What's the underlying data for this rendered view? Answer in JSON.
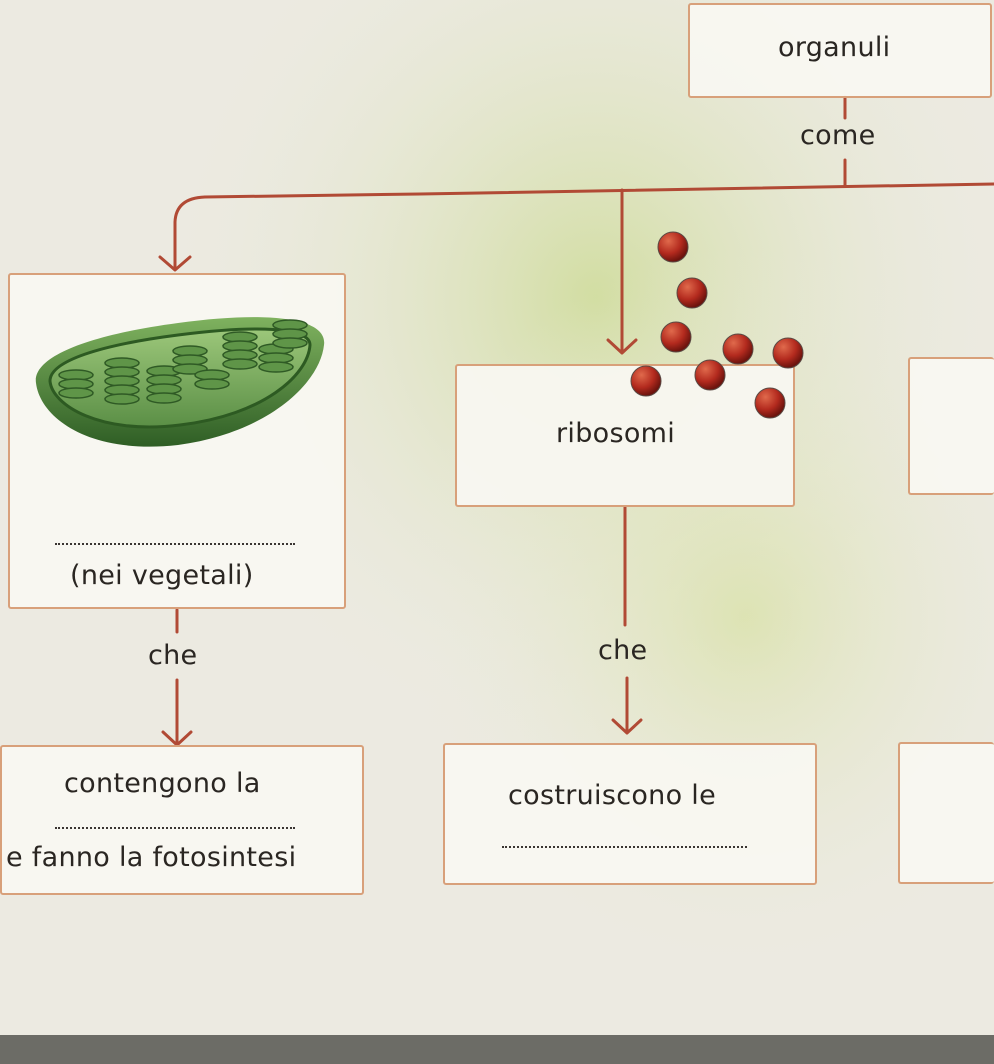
{
  "diagram": {
    "root": {
      "label": "organuli"
    },
    "connector": {
      "label": "come"
    },
    "branches": [
      {
        "organelle": {
          "label_before_blank": "",
          "note": "(nei vegetali)",
          "image": "chloroplast-illustration"
        },
        "link": "che",
        "function": {
          "line1": "contengono la",
          "line2": "e fanno la fotosintesi"
        }
      },
      {
        "organelle": {
          "label": "ribosomi",
          "image": "ribosome-particles"
        },
        "link": "che",
        "function": {
          "line1": "costruiscono le"
        }
      },
      {
        "organelle": {
          "label": ""
        },
        "function": {
          "line1": ""
        }
      }
    ]
  },
  "colors": {
    "arrow": "#b14a35",
    "box_border": "#d8a07a",
    "chloroplast_green": "#4f8a3c",
    "ribosome_red": "#b32a1e"
  }
}
